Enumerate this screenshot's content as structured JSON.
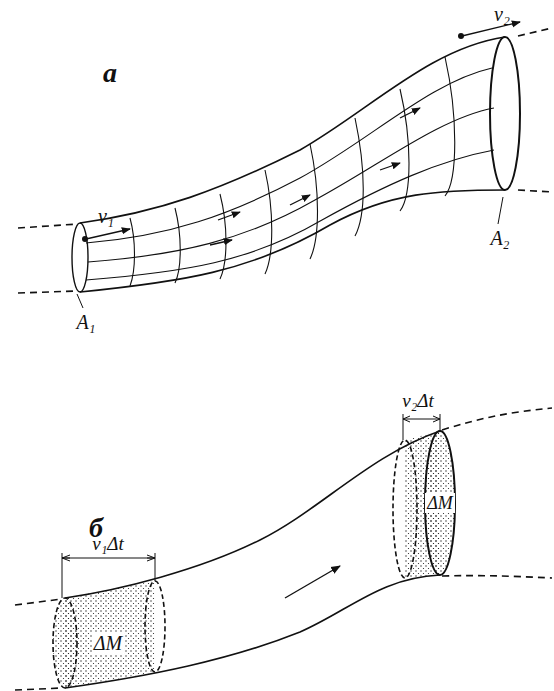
{
  "diagram": {
    "labels": [
      "а",
      "v₁",
      "A₁",
      "v₂",
      "A₂",
      "б",
      "v₁Δt",
      "ΔM",
      "v₂Δt",
      "ΔM"
    ]
  }
}
